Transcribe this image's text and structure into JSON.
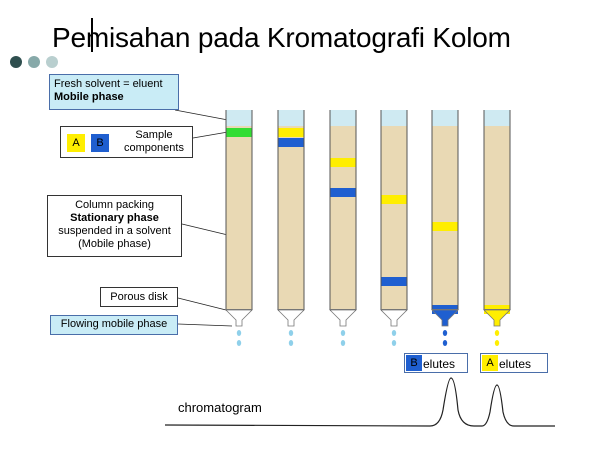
{
  "title": "Pemisahan pada Kromatografi Kolom",
  "labels": {
    "fresh_solvent": "Fresh solvent = eluent",
    "mobile_phase": "Mobile phase",
    "sample_components": "Sample components",
    "chip_a": "A",
    "chip_b": "B",
    "column_packing": "Column packing",
    "stationary_phase": "Stationary phase",
    "suspended": "suspended in a solvent",
    "mobile_phase_paren": "(Mobile phase)",
    "porous_disk": "Porous disk",
    "flowing_mobile": "Flowing mobile phase",
    "b_elutes_letter": "B",
    "b_elutes_text": "elutes",
    "a_elutes_letter": "A",
    "a_elutes_text": "elutes",
    "chromatogram": "chromatogram"
  },
  "colors": {
    "packing": "#e9d9b4",
    "solvent": "#cfeaf2",
    "band_a": "#ffee00",
    "band_b": "#1f5fd0",
    "band_mixed": "#33dd33",
    "dot1": "#2f4f4f",
    "dot2": "#87a9a9",
    "dot3": "#b9cfcf"
  }
}
